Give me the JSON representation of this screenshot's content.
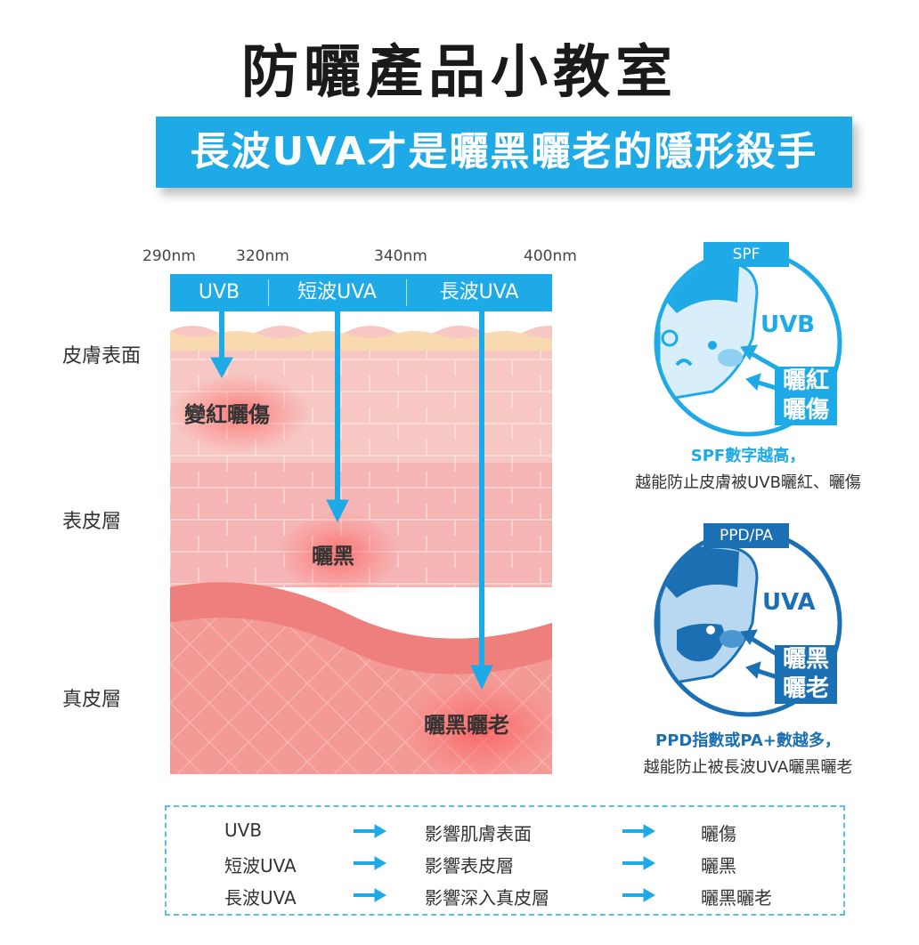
{
  "title": "防曬產品小教室",
  "banner": "長波UVA才是曬黑曬老的隱形殺手",
  "wavelengths": [
    "290nm",
    "320nm",
    "340nm",
    "400nm"
  ],
  "bands": [
    "UVB",
    "短波UVA",
    "長波UVA"
  ],
  "skin_layers": [
    "皮膚表面",
    "表皮層",
    "真皮層"
  ],
  "effects": [
    "變紅曬傷",
    "曬黑",
    "曬黑曬老"
  ],
  "spf_panel": {
    "tag": "SPF",
    "ray": "UVB",
    "effects": [
      "曬紅",
      "曬傷"
    ],
    "caption_line1": "SPF數字越高，",
    "caption_line2": "越能防止皮膚被UVB曬紅、曬傷"
  },
  "pa_panel": {
    "tag": "PPD/PA",
    "ray": "UVA",
    "effects": [
      "曬黑",
      "曬老"
    ],
    "caption_line1": "PPD指數或PA+數越多，",
    "caption_line2": "越能防止被長波UVA曬黑曬老"
  },
  "legend": [
    {
      "ray": "UVB",
      "impact": "影響肌膚表面",
      "result": "曬傷"
    },
    {
      "ray": "短波UVA",
      "impact": "影響表皮層",
      "result": "曬黑"
    },
    {
      "ray": "長波UVA",
      "impact": "影響深入真皮層",
      "result": "曬黑曬老"
    }
  ],
  "colors": {
    "accent": "#1eaae7",
    "dark_blue": "#1b6fb3",
    "skin_surface": "#f8d9b0",
    "epidermis": "#f6b5b5",
    "dermis": "#f49a96"
  }
}
